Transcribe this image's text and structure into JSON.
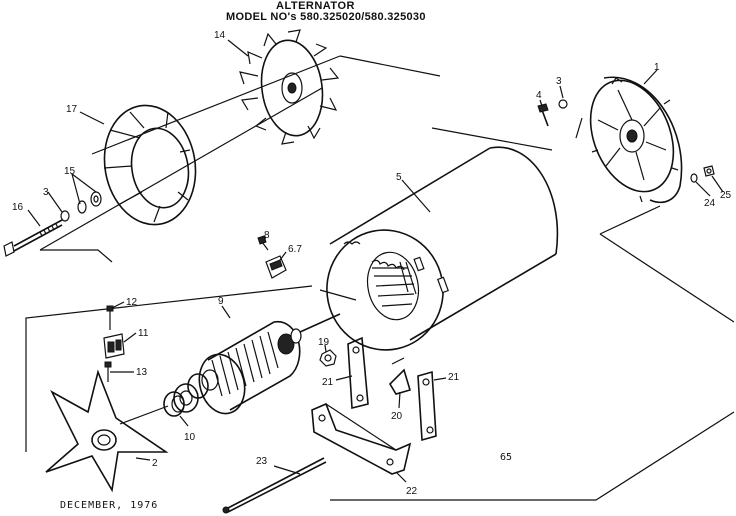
{
  "header": {
    "title": "ALTERNATOR",
    "model_line": "MODEL NO's 580.325020/580.325030"
  },
  "footer": {
    "date": "DECEMBER, 1976",
    "page_number": "65"
  },
  "callouts": [
    {
      "id": "c1",
      "label": "1"
    },
    {
      "id": "c2",
      "label": "2"
    },
    {
      "id": "c3a",
      "label": "3"
    },
    {
      "id": "c3b",
      "label": "3"
    },
    {
      "id": "c4",
      "label": "4"
    },
    {
      "id": "c5",
      "label": "5"
    },
    {
      "id": "c67",
      "label": "6.7"
    },
    {
      "id": "c8",
      "label": "8"
    },
    {
      "id": "c9",
      "label": "9"
    },
    {
      "id": "c10",
      "label": "10"
    },
    {
      "id": "c11",
      "label": "11"
    },
    {
      "id": "c12",
      "label": "12"
    },
    {
      "id": "c13",
      "label": "13"
    },
    {
      "id": "c14",
      "label": "14"
    },
    {
      "id": "c15",
      "label": "15"
    },
    {
      "id": "c16",
      "label": "16"
    },
    {
      "id": "c17",
      "label": "17"
    },
    {
      "id": "c19",
      "label": "19"
    },
    {
      "id": "c20",
      "label": "20"
    },
    {
      "id": "c21a",
      "label": "21"
    },
    {
      "id": "c21b",
      "label": "21"
    },
    {
      "id": "c22",
      "label": "22"
    },
    {
      "id": "c23",
      "label": "23"
    },
    {
      "id": "c24",
      "label": "24"
    },
    {
      "id": "c25",
      "label": "25"
    }
  ]
}
